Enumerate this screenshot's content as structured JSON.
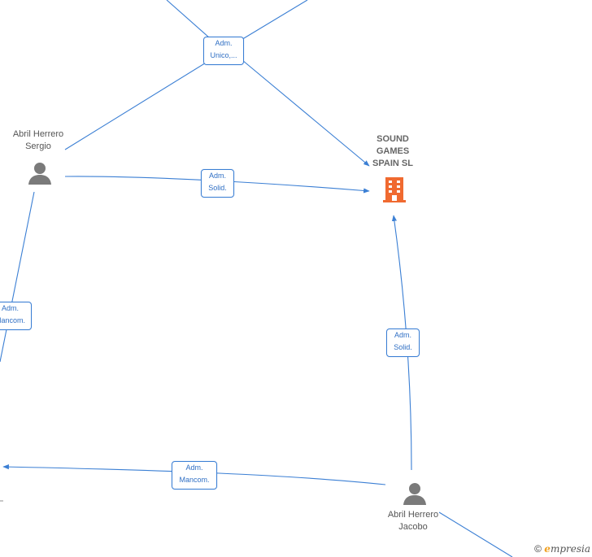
{
  "company": {
    "name_lines": [
      "SOUND",
      "GAMES",
      "SPAIN  SL"
    ],
    "icon": "building-icon",
    "color": "#f06a30"
  },
  "persons": [
    {
      "id": "sergio",
      "name_lines": [
        "Abril Herrero",
        "Sergio"
      ],
      "icon": "person-icon"
    },
    {
      "id": "jacobo",
      "name_lines": [
        "Abril Herrero",
        "Jacobo"
      ],
      "icon": "person-icon"
    }
  ],
  "edge_labels": [
    {
      "id": "top",
      "lines": [
        "Adm.",
        "Unico,..."
      ]
    },
    {
      "id": "sergio-company",
      "lines": [
        "Adm.",
        "Solid."
      ]
    },
    {
      "id": "left",
      "lines": [
        "Adm.",
        "Mancom."
      ]
    },
    {
      "id": "jacobo-company",
      "lines": [
        "Adm.",
        "Solid."
      ]
    },
    {
      "id": "jacobo-left",
      "lines": [
        "Adm.",
        "Mancom."
      ]
    }
  ],
  "footer": {
    "copyright": "©",
    "brand_initial": "e",
    "brand_rest": "mpresia"
  },
  "colors": {
    "edge": "#3b7fd4",
    "person": "#7a7a7a",
    "company": "#f06a30"
  }
}
